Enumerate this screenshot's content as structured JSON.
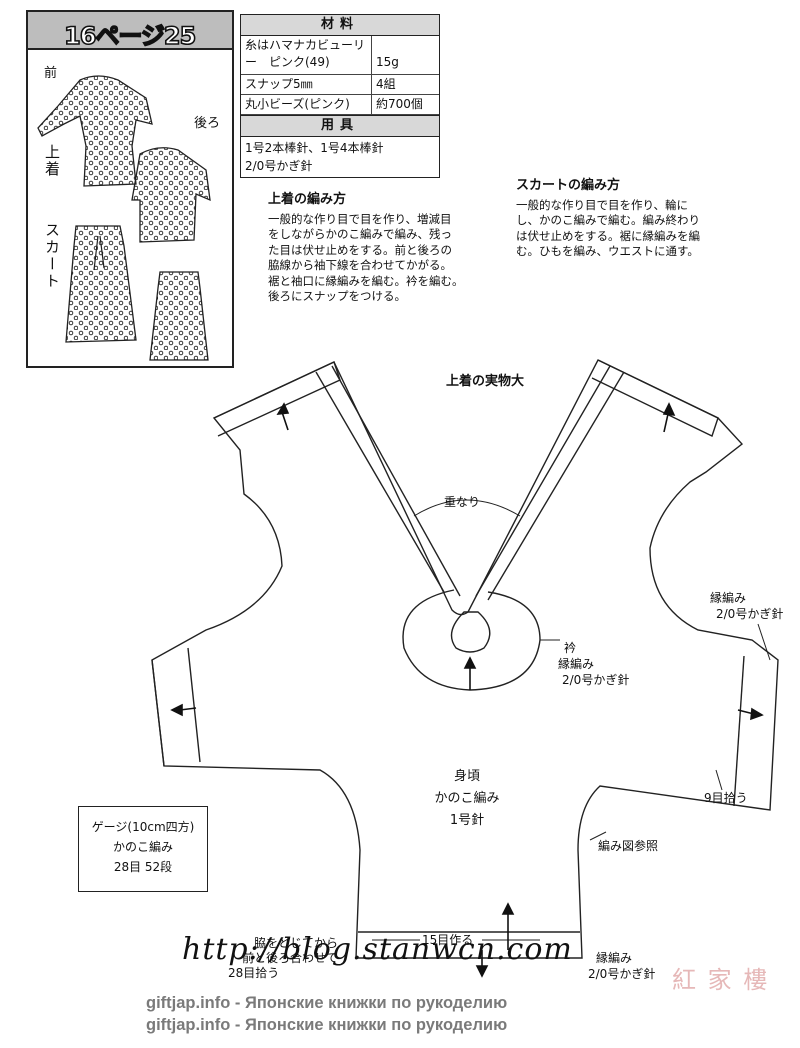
{
  "title_panel": {
    "title": "16ページ25",
    "front": "前",
    "back": "後ろ",
    "top_garment": "上着",
    "skirt": "スカート"
  },
  "materials": {
    "header": "材料",
    "rows": [
      {
        "item": "糸はハマナカビューリー　ピンク(49)",
        "amount": "15g"
      },
      {
        "item": "スナップ5㎜",
        "amount": "4組"
      },
      {
        "item": "丸小ビーズ(ピンク)",
        "amount": "約700個"
      }
    ],
    "tools_header": "用具",
    "tools_line1": "1号2本棒針、1号4本棒針",
    "tools_line2": "2/0号かぎ針"
  },
  "top_instructions": {
    "title": "上着の編み方",
    "lines": [
      "一般的な作り目で目を作り、増減目",
      "をしながらかのこ編みで編み、残っ",
      "た目は伏せ止めをする。前と後ろの",
      "脇線から袖下線を合わせてかがる。",
      "裾と袖口に縁編みを編む。衿を編む。",
      "後ろにスナップをつける。"
    ]
  },
  "skirt_instructions": {
    "title": "スカートの編み方",
    "lines": [
      "一般的な作り目で目を作り、輪に",
      "し、かのこ編みで編む。編み終わり",
      "は伏せ止めをする。裾に縁編みを編",
      "む。ひもを編み、ウエストに通す。"
    ]
  },
  "diagram": {
    "title": "上着の実物大",
    "overlap": "重なり",
    "collar_1": "衿",
    "collar_2": "縁編み",
    "collar_3": "2/0号かぎ針",
    "sleeve_edge_1": "縁編み",
    "sleeve_edge_2": "2/0号かぎ針",
    "pick_up": "9目拾う",
    "body_1": "身頃",
    "body_2": "かのこ編み",
    "body_3": "1号針",
    "chart_ref": "編み図参照",
    "cast_on": "15目作る",
    "side_1": "脇をとじてから",
    "side_2": "前と後ろ合わせて",
    "side_3": "28目拾う",
    "hem_edge_1": "縁編み",
    "hem_edge_2": "2/0号かぎ針"
  },
  "gauge": {
    "line1": "ゲージ(10cm四方)",
    "line2": "かのこ編み",
    "line3": "28目 52段"
  },
  "watermarks": {
    "url": "http://blog.stanwcn.com",
    "footer": "giftjap.info - Японские книжки по рукоделию",
    "logo": "紅 家 樓"
  }
}
